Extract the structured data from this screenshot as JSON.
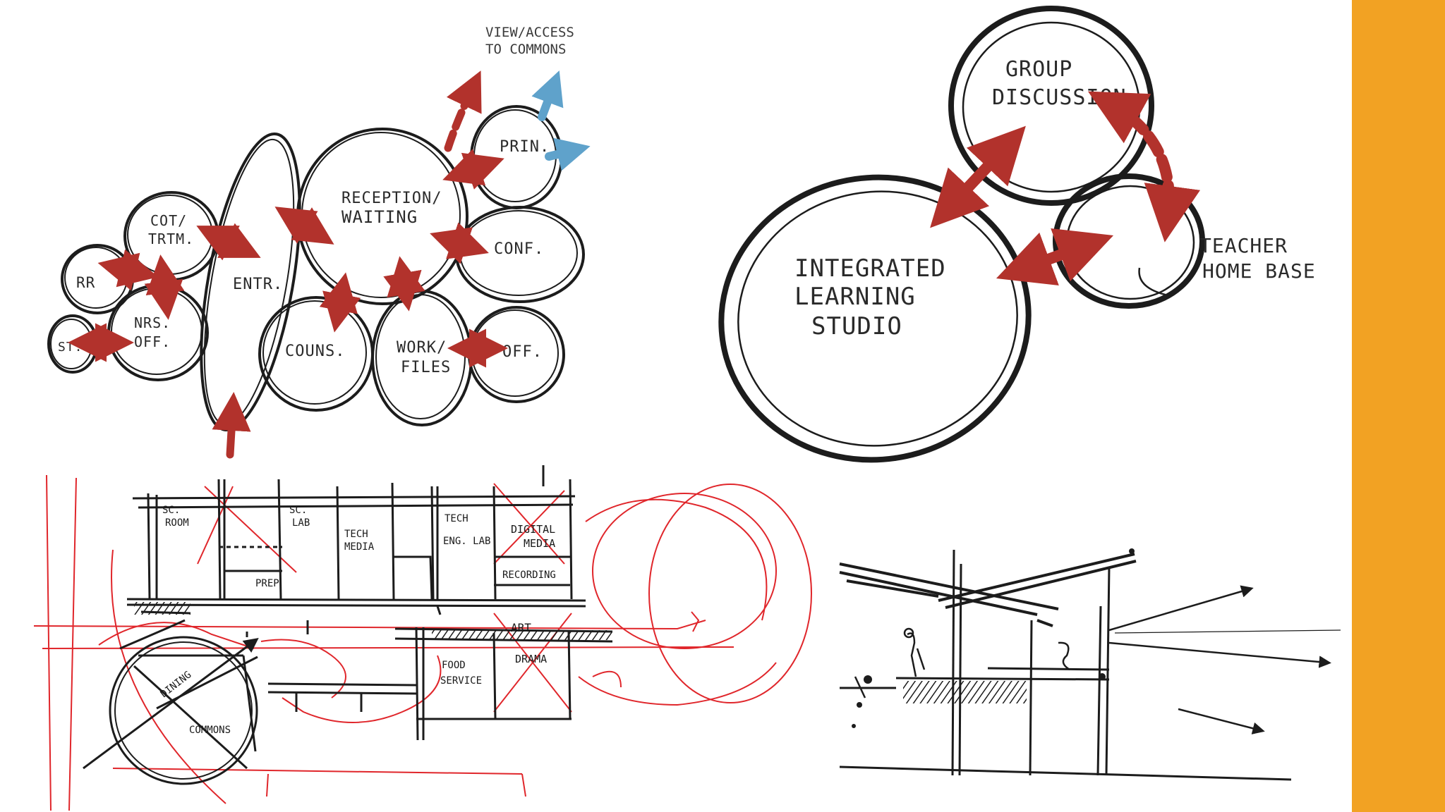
{
  "colors": {
    "accent_bar": "#F2A223",
    "ink": "#1c1c1c",
    "red_arrow": "#B2322C",
    "blue_arrow": "#5FA2CB",
    "red_marker": "#E0262B"
  },
  "bubble_diagram_1": {
    "spaces": {
      "rr": "RR",
      "st": "ST.",
      "cot_trtm": [
        "COT/",
        "TRTM."
      ],
      "nrs_off": [
        "NRS.",
        "OFF."
      ],
      "entr": "ENTR.",
      "reception_waiting": [
        "RECEPTION/",
        "WAITING"
      ],
      "prin": "PRIN.",
      "conf": "CONF.",
      "couns": "COUNS.",
      "work_files": [
        "WORK/",
        "FILES"
      ],
      "off": "OFF."
    },
    "note": [
      "VIEW/ACCESS",
      "TO COMMONS"
    ]
  },
  "bubble_diagram_2": {
    "spaces": {
      "group_discussion": [
        "GROUP",
        "DISCUSSION"
      ],
      "integrated_learning_studio": [
        "INTEGRATED",
        "LEARNING",
        "STUDIO"
      ],
      "teacher_home_base": [
        "TEACHER",
        "HOME BASE"
      ]
    }
  },
  "plan_sketch": {
    "rooms": {
      "sci_room": [
        "SC.",
        "ROOM"
      ],
      "sci_lab": [
        "SC.",
        "LAB"
      ],
      "tech_media": [
        "TECH",
        "MEDIA"
      ],
      "tech_eng_lab": [
        "TECH",
        "ENG. LAB"
      ],
      "digital_media": [
        "DIGITAL",
        "MEDIA"
      ],
      "recording": "RECORDING",
      "prep": "PREP",
      "art": "ART",
      "drama": "DRAMA",
      "food_service": [
        "FOOD",
        "SERVICE"
      ],
      "dining": "DINING",
      "commons": "COMMONS"
    }
  }
}
